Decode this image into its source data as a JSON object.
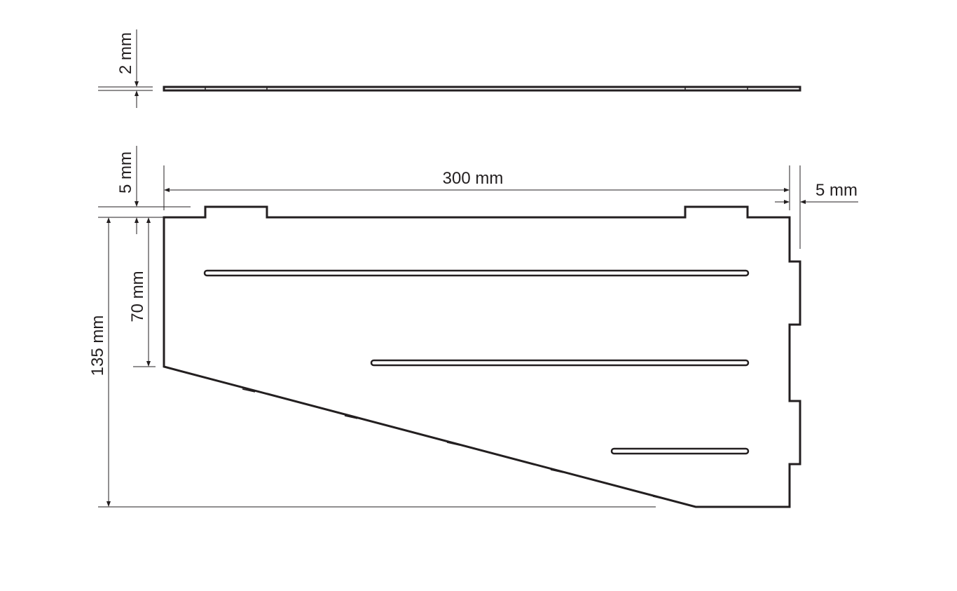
{
  "drawing": {
    "dimensions": {
      "thickness": "2 mm",
      "top_offset": "5 mm",
      "width": "300 mm",
      "side_offset": "5 mm",
      "inner_height": "70 mm",
      "total_height": "135 mm"
    },
    "colors": {
      "line": "#231f20",
      "background": "#ffffff"
    }
  }
}
